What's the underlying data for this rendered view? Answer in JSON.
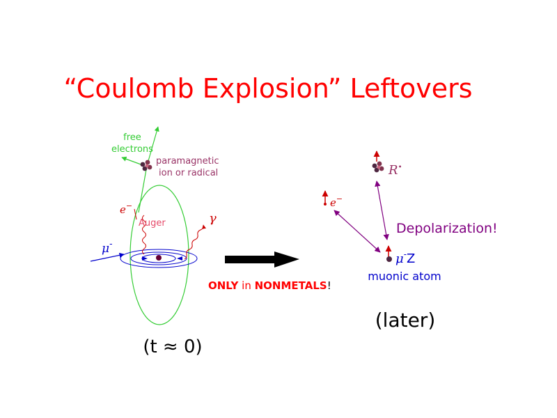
{
  "slide": {
    "title": "“Coulomb Explosion”  Leftovers",
    "colors": {
      "title": "#ff0000",
      "free_electrons": "#33cc33",
      "auger": "#e64a6a",
      "muon": "#0000cc",
      "radical": "#993366",
      "depolarization": "#800080",
      "arrow": "#000000"
    }
  },
  "left": {
    "free_electrons_line1": "free",
    "free_electrons_line2": "electrons",
    "paramagnetic_line1": "paramagnetic",
    "paramagnetic_line2": "ion or radical",
    "electron": "e",
    "electron_sup": "−",
    "auger": "Auger",
    "gamma": "γ",
    "muon": "μ",
    "muon_sup": "-",
    "time_label": "(t ≈ 0)"
  },
  "middle": {
    "only": "ONLY",
    "in": " in ",
    "nonmetals": "NONMETALS",
    "bang": "!"
  },
  "right": {
    "radical": "R",
    "radical_sup": "•",
    "electron": "e",
    "electron_sup": "−",
    "depolarization": "Depolarization!",
    "muon": "μ",
    "muon_sup": "-",
    "muon_suffix": "Z",
    "muonic_atom": "muonic atom",
    "later": "(later)"
  }
}
